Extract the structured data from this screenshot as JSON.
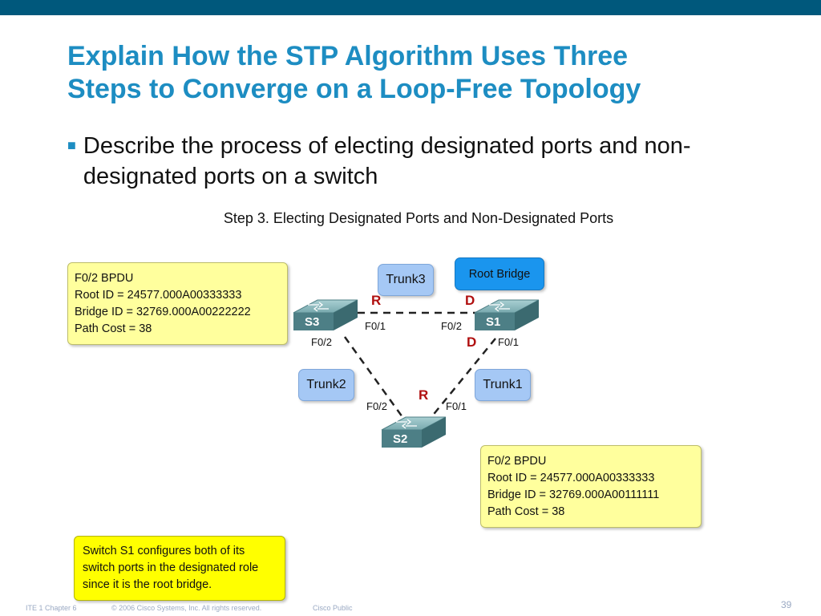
{
  "slide": {
    "title_line1": "Explain How the STP Algorithm Uses Three",
    "title_line2": "Steps to Converge on a Loop-Free Topology",
    "bullet": "Describe the process of electing designated ports and non-designated ports on a switch",
    "step_title": "Step 3. Electing Designated Ports and Non-Designated Ports"
  },
  "diagram": {
    "switches": {
      "s1": "S1",
      "s2": "S2",
      "s3": "S3"
    },
    "trunks": {
      "trunk1": "Trunk1",
      "trunk2": "Trunk2",
      "trunk3": "Trunk3"
    },
    "root_bridge": "Root Bridge",
    "ports": {
      "s3_f01": "F0/1",
      "s3_f02": "F0/2",
      "s1_f02": "F0/2",
      "s1_f01": "F0/1",
      "s2_f02": "F0/2",
      "s2_f01": "F0/1"
    },
    "roles": {
      "s3_f01": "R",
      "s1_f02": "D",
      "s1_f01": "D",
      "s2_f01": "R"
    }
  },
  "notes": {
    "bpdu_s3": {
      "line1": "F0/2 BPDU",
      "line2": "Root ID = 24577.000A00333333",
      "line3": "Bridge ID = 32769.000A00222222",
      "line4": "Path Cost = 38"
    },
    "bpdu_s2": {
      "line1": "F0/2 BPDU",
      "line2": "Root ID = 24577.000A00333333",
      "line3": "Bridge ID = 32769.000A00111111",
      "line4": "Path Cost = 38"
    },
    "s1_note": {
      "line1": "Switch S1 configures both of its",
      "line2": "switch ports in the designated role",
      "line3": "since it is the root bridge."
    }
  },
  "footer": {
    "course": "ITE 1 Chapter 6",
    "copyright": "© 2006 Cisco Systems, Inc. All rights reserved.",
    "classification": "Cisco Public",
    "page": "39"
  },
  "colors": {
    "header_bar": "#00587c",
    "title": "#1d8dc2",
    "role_label": "#b00f0f",
    "trunk_tag": "#a5c8f5",
    "root_tag": "#1a95ee",
    "switch_teal": "#5c8f95"
  }
}
